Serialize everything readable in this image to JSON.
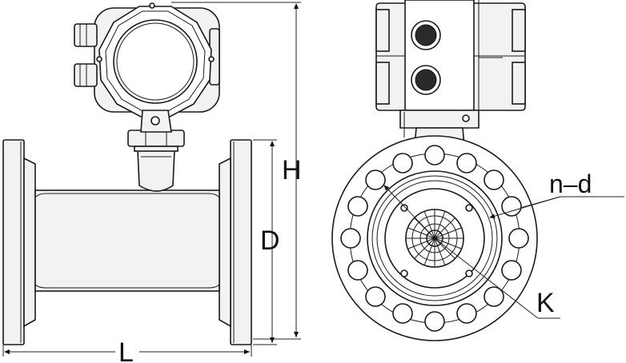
{
  "labels": {
    "H": "H",
    "D": "D",
    "L": "L",
    "nd": "n–d",
    "K": "K"
  }
}
